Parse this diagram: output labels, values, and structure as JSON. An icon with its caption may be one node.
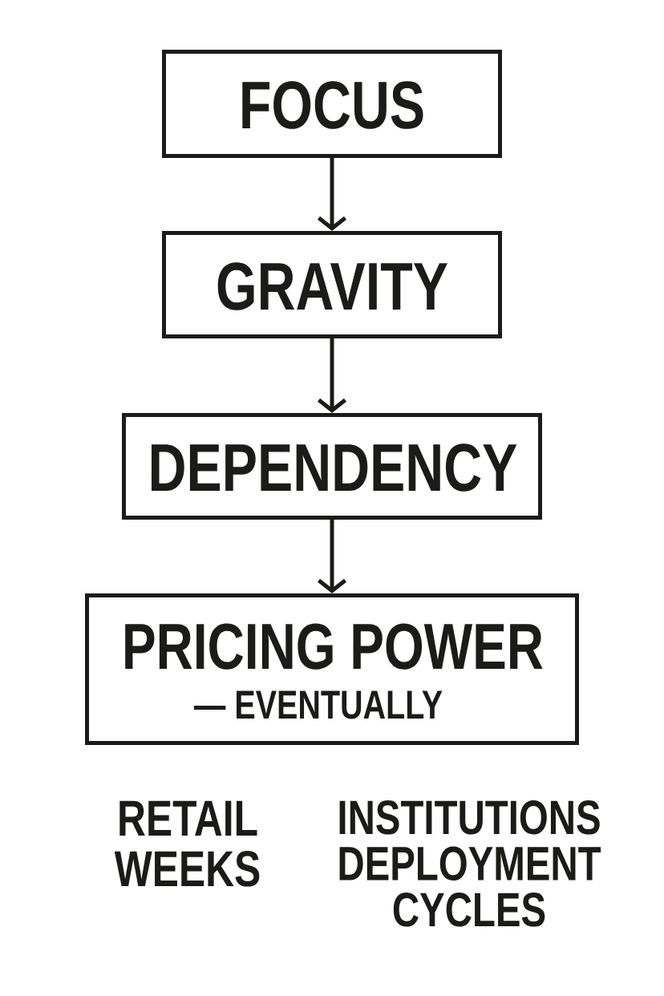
{
  "diagram": {
    "nodes": [
      {
        "text": [
          "FOCUS"
        ]
      },
      {
        "text": [
          "GRAVITY"
        ]
      },
      {
        "text": [
          "DEPENDENCY"
        ]
      },
      {
        "text": [
          "PRICING POWER",
          "— EVENTUALLY"
        ]
      }
    ],
    "edges": [
      {
        "from": 0,
        "to": 1,
        "arrow": "to"
      },
      {
        "from": 1,
        "to": 2,
        "arrow": "to"
      },
      {
        "from": 2,
        "to": 3,
        "arrow": "to"
      }
    ],
    "labels": [
      "RETAIL WEEKS",
      "INSTITUTIONS DEPLOYMENT CYCLES"
    ]
  }
}
